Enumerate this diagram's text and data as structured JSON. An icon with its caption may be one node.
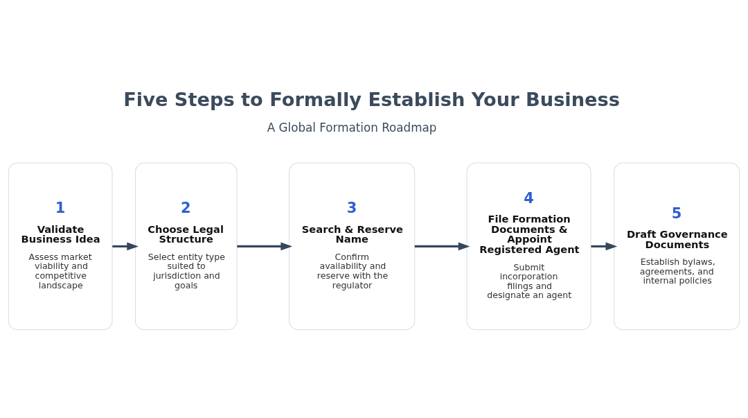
{
  "diagram": {
    "title": "Five Steps to Formally Establish Your Business",
    "nodes": [
      {
        "text": [
          "1",
          "Validate Business Idea",
          "Assess market viability and competitive landscape"
        ]
      },
      {
        "text": [
          "2",
          "Choose Legal Structure",
          "Select entity type suited to jurisdiction and goals"
        ]
      },
      {
        "text": [
          "3",
          "Search & Reserve Name",
          "Confirm availability and reserve with the regulator"
        ]
      },
      {
        "text": [
          "4",
          "File Formation Documents & Appoint Registered Agent",
          "Submit incorporation filings and designate an agent"
        ]
      },
      {
        "text": [
          "5",
          "Draft Governance Documents",
          "Establish bylaws, agreements, and internal policies"
        ]
      }
    ],
    "edges": [
      {
        "from": 0,
        "to": 1,
        "arrow": "to"
      },
      {
        "from": 1,
        "to": 2,
        "arrow": "to"
      },
      {
        "from": 2,
        "to": 3,
        "arrow": "to"
      },
      {
        "from": 3,
        "to": 4,
        "arrow": "to"
      }
    ],
    "labels": [
      "A Global Formation Roadmap"
    ]
  }
}
